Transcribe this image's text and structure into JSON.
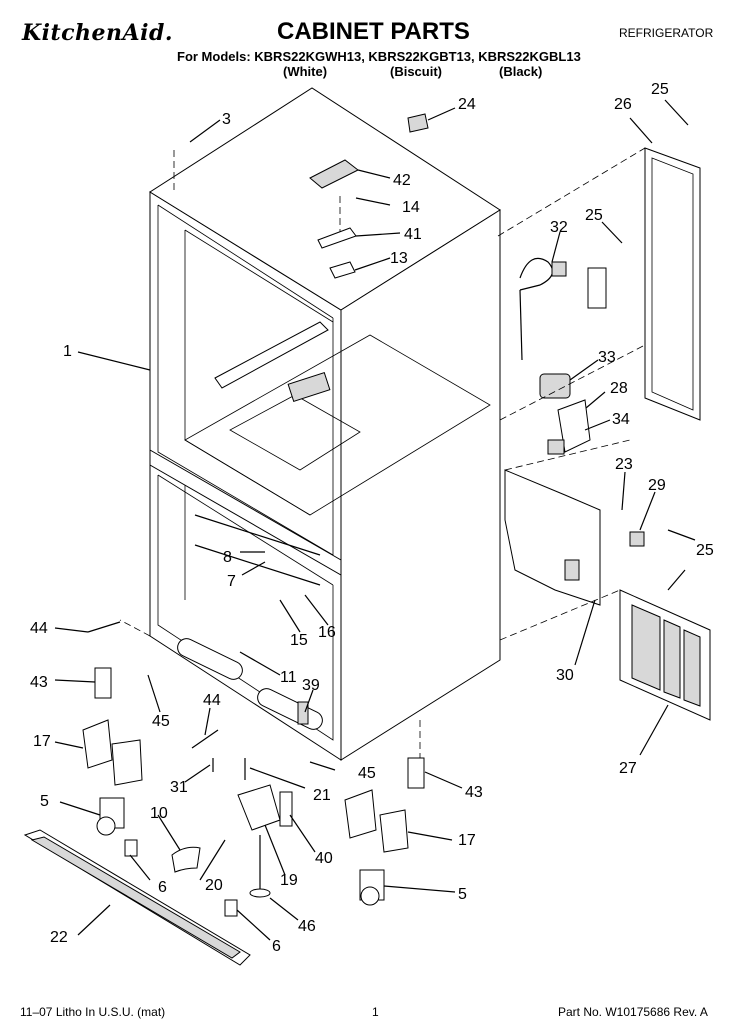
{
  "header": {
    "brand": "KitchenAid.",
    "title": "CABINET PARTS",
    "category": "REFRIGERATOR",
    "models_line": "For Models: KBRS22KGWH13, KBRS22KGBT13, KBRS22KGBL13",
    "variants": [
      "(White)",
      "(Biscuit)",
      "(Black)"
    ]
  },
  "callouts": [
    "1",
    "3",
    "5",
    "5",
    "6",
    "6",
    "7",
    "8",
    "10",
    "11",
    "13",
    "14",
    "15",
    "16",
    "17",
    "17",
    "19",
    "20",
    "21",
    "22",
    "23",
    "24",
    "25",
    "25",
    "25",
    "26",
    "27",
    "28",
    "29",
    "30",
    "31",
    "32",
    "33",
    "34",
    "39",
    "40",
    "41",
    "42",
    "43",
    "43",
    "44",
    "44",
    "45",
    "45",
    "46"
  ],
  "footer": {
    "left": "11–07 Litho In U.S.U. (mat)",
    "center": "1",
    "right": "Part No. W10175686 Rev. A"
  }
}
